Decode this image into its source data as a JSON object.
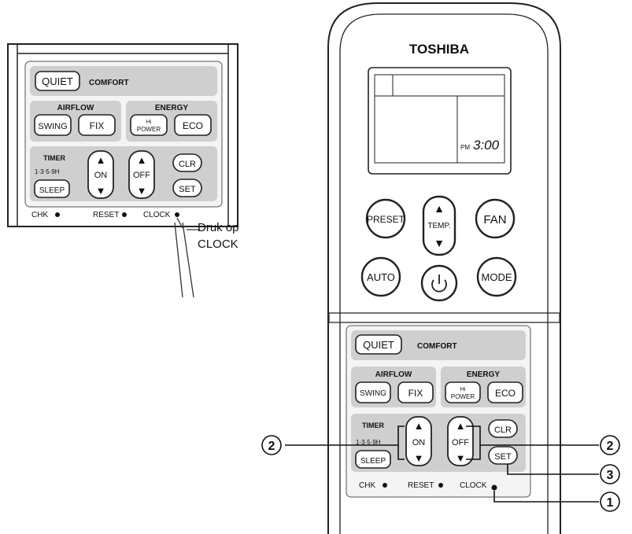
{
  "brand": "TOSHIBA",
  "display": {
    "pm": "PM",
    "time": "3:00"
  },
  "main_buttons": {
    "preset": "PRESET",
    "temp": "TEMP.",
    "fan": "FAN",
    "auto": "AUTO",
    "mode": "MODE",
    "power_symbol": "⏻"
  },
  "panel": {
    "quiet": "QUIET",
    "comfort": "COMFORT",
    "airflow": "AIRFLOW",
    "energy": "ENERGY",
    "swing": "SWING",
    "fix": "FIX",
    "hi": "Hi",
    "power": "POWER",
    "eco": "ECO",
    "timer": "TIMER",
    "timer_hours": "1·3·5·9H",
    "sleep": "SLEEP",
    "on": "ON",
    "off": "OFF",
    "clr": "CLR",
    "set": "SET",
    "chk": "CHK",
    "reset": "RESET",
    "clock": "CLOCK"
  },
  "instruction": {
    "line1": "Druk op",
    "line2": "CLOCK"
  },
  "callouts": {
    "c1": "1",
    "c2": "2",
    "c3": "3"
  },
  "arrow_up": "▲",
  "arrow_down": "▼"
}
